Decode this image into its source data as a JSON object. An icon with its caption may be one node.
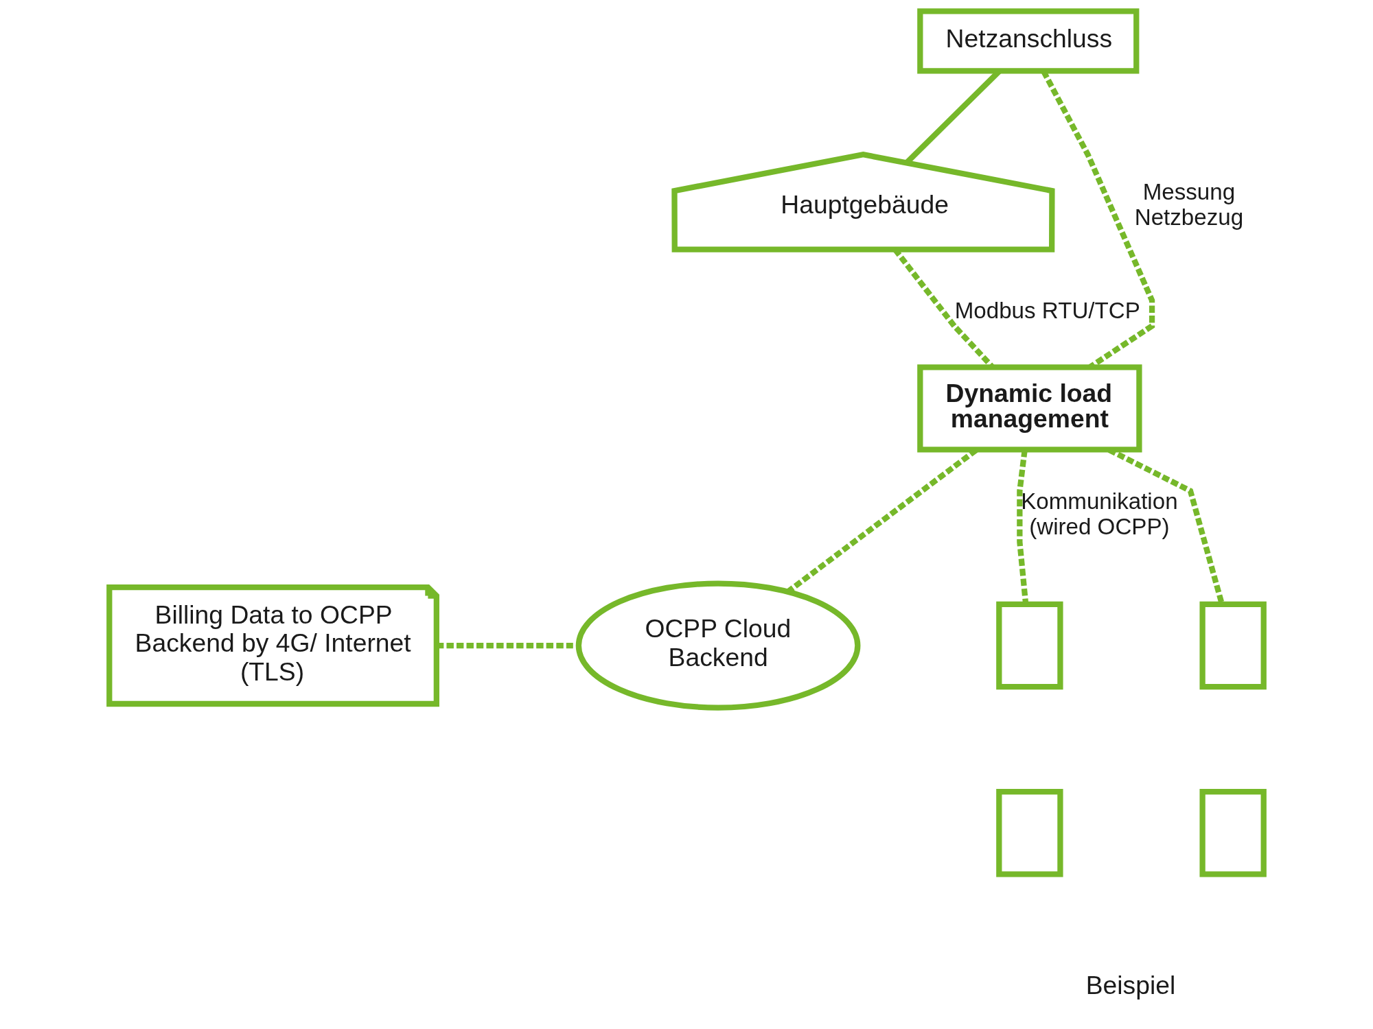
{
  "diagram": {
    "nodes": [
      {
        "text": [
          "Netzanschluss"
        ]
      },
      {
        "text": [
          "Hauptgebäude"
        ]
      },
      {
        "text": [
          "Dynamic load management"
        ]
      },
      {
        "text": [
          "Billing Data to OCPP Backend by 4G/ Internet (TLS)"
        ]
      },
      {
        "text": [
          "OCPP Cloud Backend"
        ]
      },
      {
        "text": [],
        "shape": "box"
      },
      {
        "text": [],
        "shape": "box"
      },
      {
        "text": [],
        "shape": "box"
      },
      {
        "text": [],
        "shape": "box"
      }
    ],
    "edges": [
      {
        "from": 0,
        "to": 1,
        "arrow": "none"
      },
      {
        "from": 0,
        "to": 2,
        "arrow": "none",
        "label": "Messung Netzbezug",
        "style": "dashed"
      },
      {
        "from": 1,
        "to": 2,
        "arrow": "none",
        "label": "Modbus RTU/TCP",
        "style": "dashed"
      },
      {
        "from": 2,
        "to": 5,
        "arrow": "none",
        "label": "Kommunikation (wired OCPP)",
        "style": "dashed"
      },
      {
        "from": 2,
        "to": 6,
        "arrow": "none",
        "style": "dashed"
      },
      {
        "from": 2,
        "to": 4,
        "arrow": "none",
        "style": "dashed"
      },
      {
        "from": 3,
        "to": 4,
        "arrow": "none",
        "style": "dashed"
      }
    ],
    "labels": [
      "Beispiel"
    ]
  }
}
